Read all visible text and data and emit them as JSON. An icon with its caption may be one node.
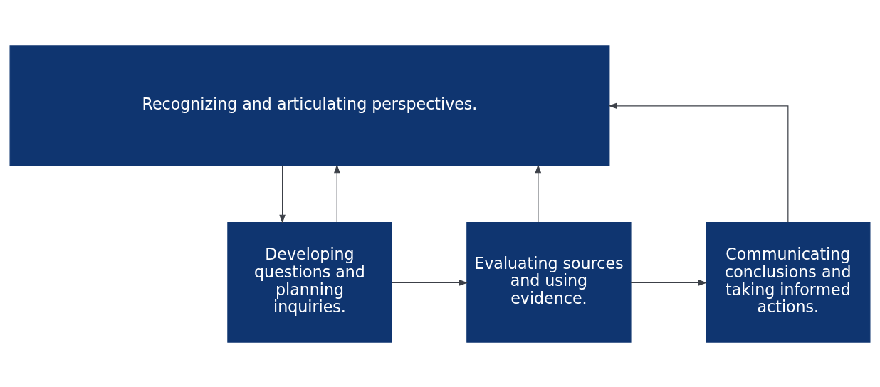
{
  "diagram": {
    "nodes": [
      {
        "text": [
          "Recognizing and articulating perspectives."
        ]
      },
      {
        "text": [
          "Developing questions and planning inquiries."
        ]
      },
      {
        "text": [
          "Evaluating sources and using evidence."
        ]
      },
      {
        "text": [
          "Communicating conclusions and taking informed actions."
        ]
      }
    ],
    "edges": [
      {
        "from": 0,
        "to": 1,
        "arrow": "to"
      },
      {
        "from": 1,
        "to": 2,
        "arrow": "to"
      },
      {
        "from": 2,
        "to": 3,
        "arrow": "to"
      },
      {
        "from": 1,
        "to": 0,
        "arrow": "to"
      },
      {
        "from": 2,
        "to": 0,
        "arrow": "to"
      },
      {
        "from": 3,
        "to": 0,
        "arrow": "to"
      }
    ]
  }
}
